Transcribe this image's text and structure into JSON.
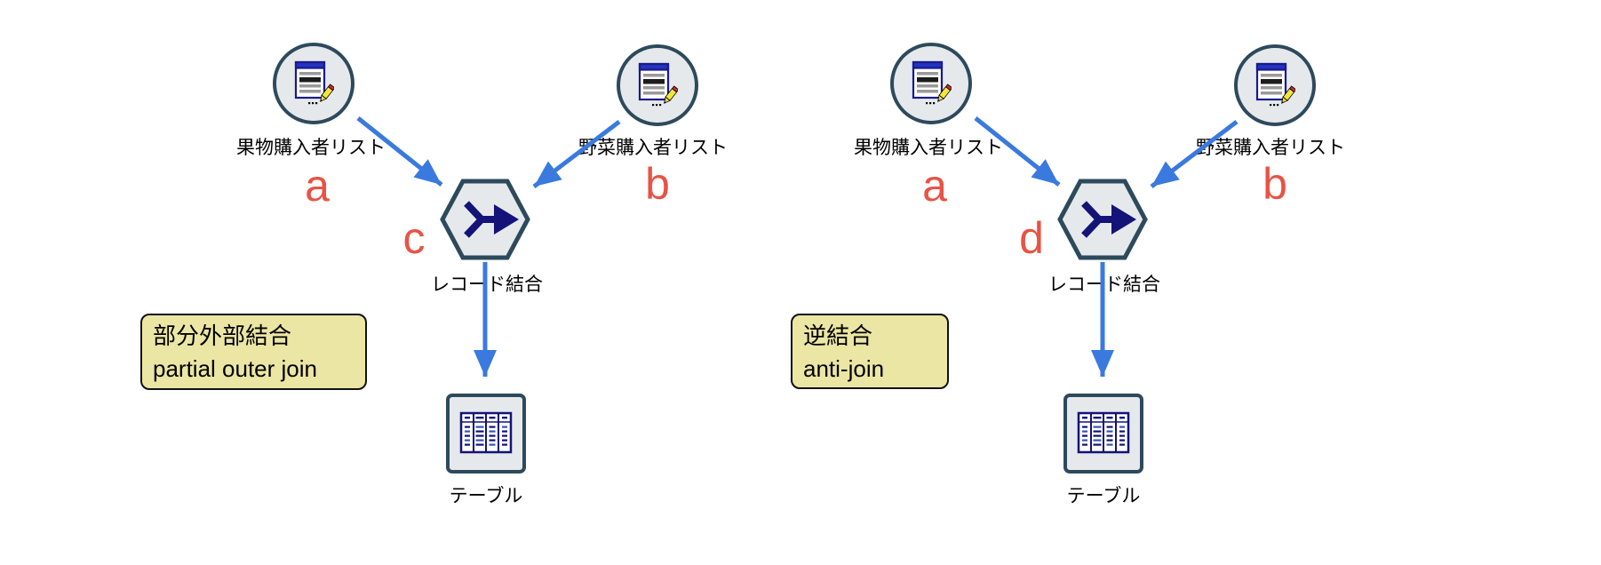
{
  "title": "record-merge stream examples",
  "colors": {
    "background": "#ffffff",
    "node_border": "#2d4a5c",
    "node_fill": "#e6e9ec",
    "connector_blue": "#3a7ade",
    "icon_navy": "#131378",
    "doc_titlebar_blue": "#2333c0",
    "pencil_yellow": "#f2e53e",
    "pencil_eraser_red": "#cc2a2a",
    "note_fill": "#ebe6a4",
    "note_border": "#111111",
    "marker_red": "#e85345",
    "text": "#000000"
  },
  "diagrams": [
    {
      "name": "partial-outer-join-stream",
      "sources": [
        {
          "label": "果物購入者リスト",
          "marker": "a"
        },
        {
          "label": "野菜購入者リスト",
          "marker": "b"
        }
      ],
      "merge": {
        "label": "レコード結合",
        "marker": "c"
      },
      "output": {
        "label": "テーブル"
      },
      "note": {
        "line1": "部分外部結合",
        "line2": "partial outer join"
      }
    },
    {
      "name": "anti-join-stream",
      "sources": [
        {
          "label": "果物購入者リスト",
          "marker": "a"
        },
        {
          "label": "野菜購入者リスト",
          "marker": "b"
        }
      ],
      "merge": {
        "label": "レコード結合",
        "marker": "d"
      },
      "output": {
        "label": "テーブル"
      },
      "note": {
        "line1": "逆結合",
        "line2": "anti-join"
      }
    }
  ]
}
